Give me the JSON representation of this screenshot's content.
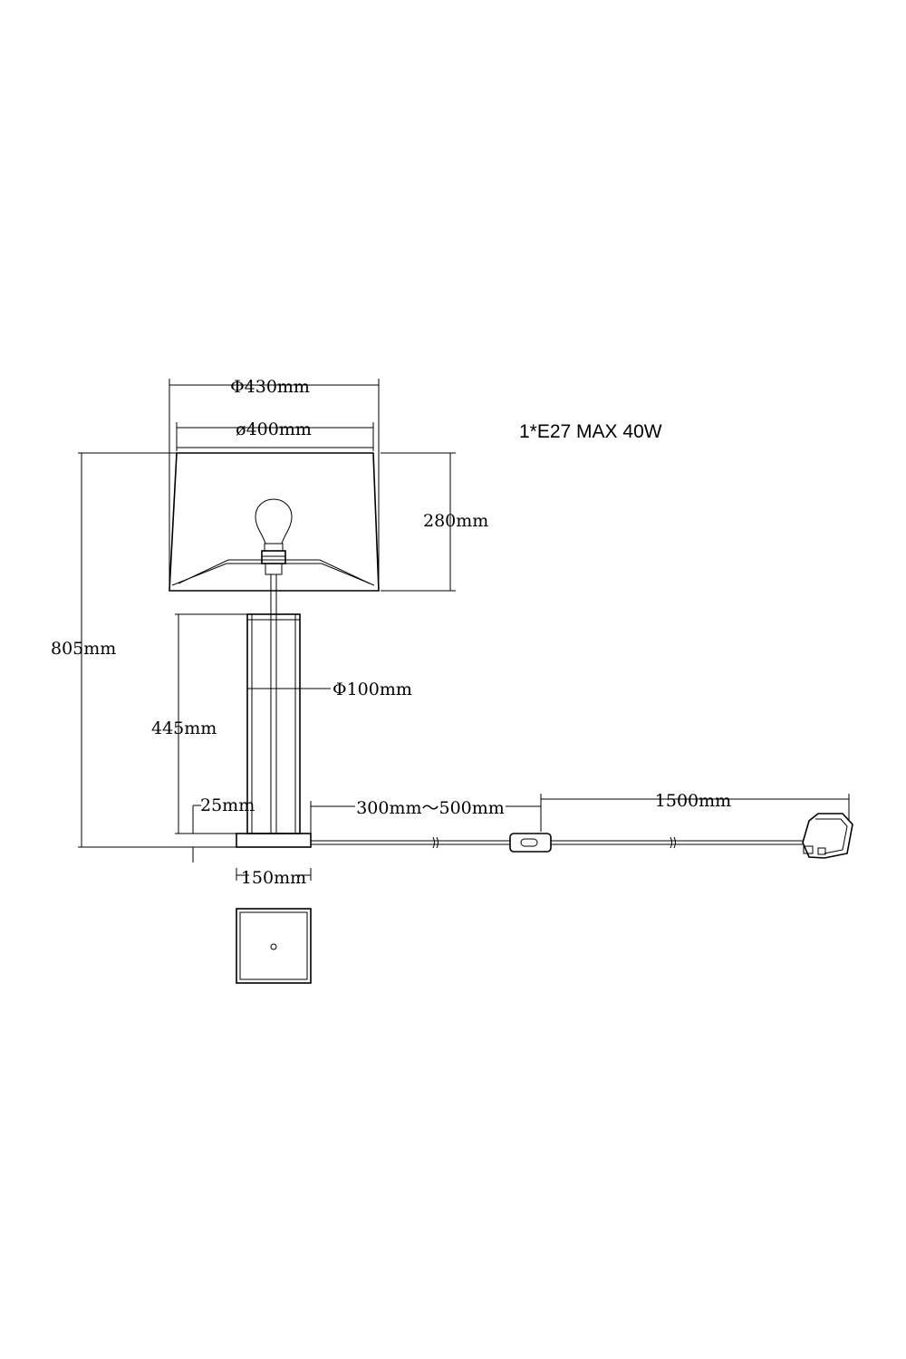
{
  "spec": "1*E27 MAX 40W",
  "dimensions": {
    "shade_outer_diameter": "Φ430mm",
    "shade_inner_diameter": "ø400mm",
    "shade_height": "280mm",
    "total_height": "805mm",
    "body_height": "445mm",
    "body_diameter": "Φ100mm",
    "base_height": "25mm",
    "base_width": "150mm",
    "cord_to_switch": "300mm～500mm",
    "switch_to_plug": "1500mm"
  }
}
